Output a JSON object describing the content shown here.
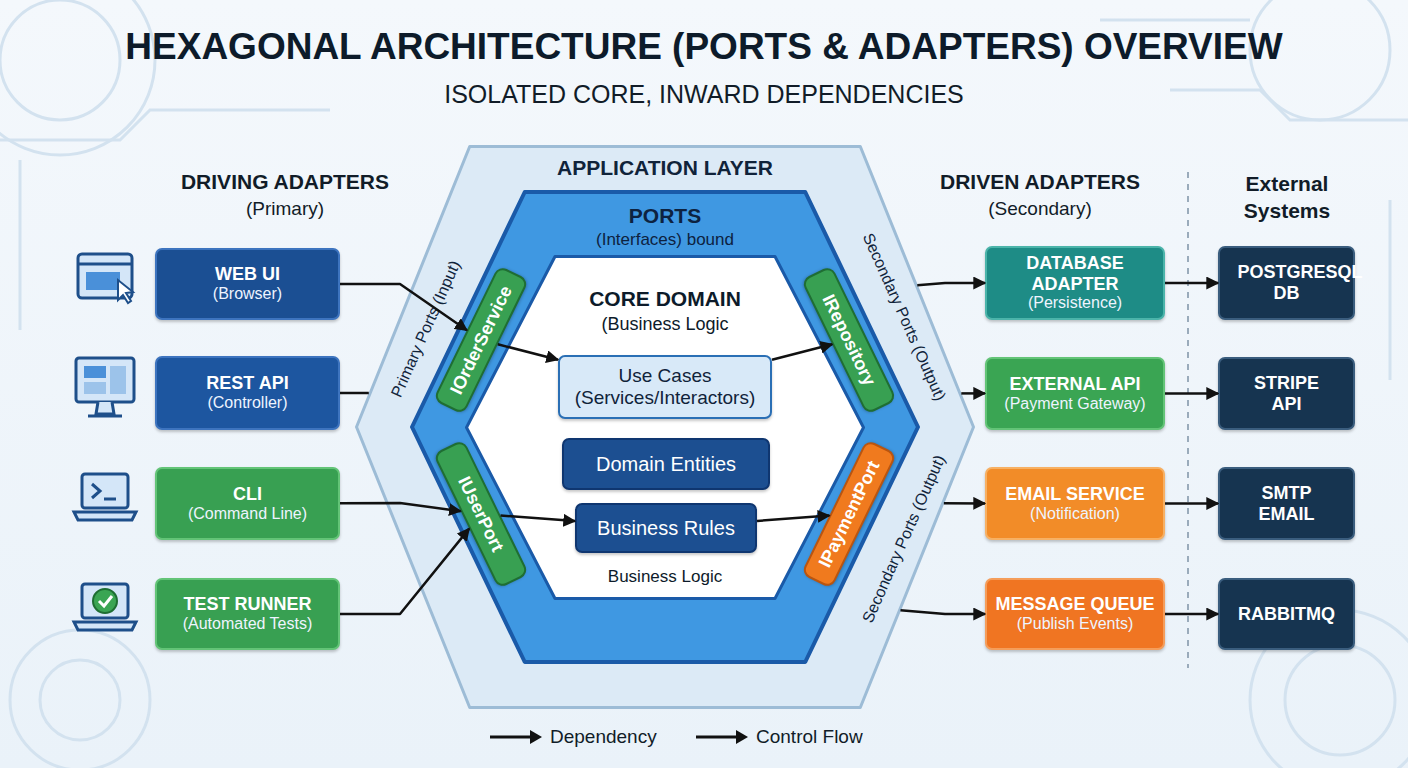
{
  "diagram": {
    "title": "HEXAGONAL ARCHITECTURE (PORTS & ADAPTERS) OVERVIEW",
    "nodes": [
      {
        "text": [
          "WEB UI",
          "(Browser)"
        ]
      },
      {
        "text": [
          "REST API",
          "(Controller)"
        ]
      },
      {
        "text": [
          "CLI",
          "(Command Line)"
        ]
      },
      {
        "text": [
          "TEST RUNNER",
          "(Automated Tests)"
        ]
      },
      {
        "text": [
          "APPLICATION LAYER",
          "Primary Ports (Input)",
          "Secondary Ports (Output)",
          "Secondary Ports (Output)"
        ]
      },
      {
        "text": [
          "PORTS",
          "(Interfaces) bound"
        ],
        "in": 4
      },
      {
        "text": [
          "IOrderService"
        ],
        "in": 5
      },
      {
        "text": [
          "IUserPort"
        ],
        "in": 5
      },
      {
        "text": [
          "CORE DOMAIN",
          "(Business Logic",
          "Business Logic"
        ],
        "in": 5
      },
      {
        "text": [
          "Use Cases (Services/Interactors)"
        ],
        "in": 8
      },
      {
        "text": [
          "Domain Entities"
        ],
        "in": 8
      },
      {
        "text": [
          "Business Rules"
        ],
        "in": 8
      },
      {
        "text": [
          "IRepository"
        ],
        "in": 5
      },
      {
        "text": [
          "IPaymentPort"
        ],
        "in": 5
      },
      {
        "text": [
          "DATABASE ADAPTER",
          "(Persistence)"
        ]
      },
      {
        "text": [
          "EXTERNAL API",
          "(Payment Gateway)"
        ]
      },
      {
        "text": [
          "EMAIL SERVICE",
          "(Notification)"
        ]
      },
      {
        "text": [
          "MESSAGE QUEUE",
          "(Publish Events)"
        ]
      },
      {
        "text": [
          "POSTGRESQL DB"
        ]
      },
      {
        "text": [
          "STRIPE API"
        ]
      },
      {
        "text": [
          "SMTP EMAIL"
        ]
      },
      {
        "text": [
          "RABBITMQ"
        ]
      }
    ],
    "edges": [
      {
        "from": 0,
        "to": 6,
        "arrow": "to"
      },
      {
        "from": 1,
        "to": 4,
        "arrow": "none"
      },
      {
        "from": 2,
        "to": 7,
        "arrow": "to"
      },
      {
        "from": 3,
        "to": 7,
        "arrow": "to"
      },
      {
        "from": 6,
        "to": 9,
        "arrow": "to"
      },
      {
        "from": 7,
        "to": 11,
        "arrow": "to"
      },
      {
        "from": 9,
        "to": 12,
        "arrow": "to"
      },
      {
        "from": 11,
        "to": 13,
        "arrow": "to"
      },
      {
        "from": 4,
        "to": 14,
        "arrow": "to"
      },
      {
        "from": 4,
        "to": 15,
        "arrow": "to"
      },
      {
        "from": 4,
        "to": 16,
        "arrow": "to"
      },
      {
        "from": 4,
        "to": 17,
        "arrow": "to"
      },
      {
        "from": 14,
        "to": 18,
        "arrow": "to"
      },
      {
        "from": 15,
        "to": 19,
        "arrow": "to"
      },
      {
        "from": 16,
        "to": 20,
        "arrow": "to"
      },
      {
        "from": 17,
        "to": 21,
        "arrow": "to"
      }
    ],
    "labels": [
      "ISOLATED CORE, INWARD DEPENDENCIES",
      "DRIVING ADAPTERS",
      "(Primary)",
      "DRIVEN ADAPTERS",
      "(Secondary)",
      "External Systems"
    ],
    "legend": [
      {
        "text": "Dependency"
      },
      {
        "text": "Control Flow"
      }
    ]
  }
}
